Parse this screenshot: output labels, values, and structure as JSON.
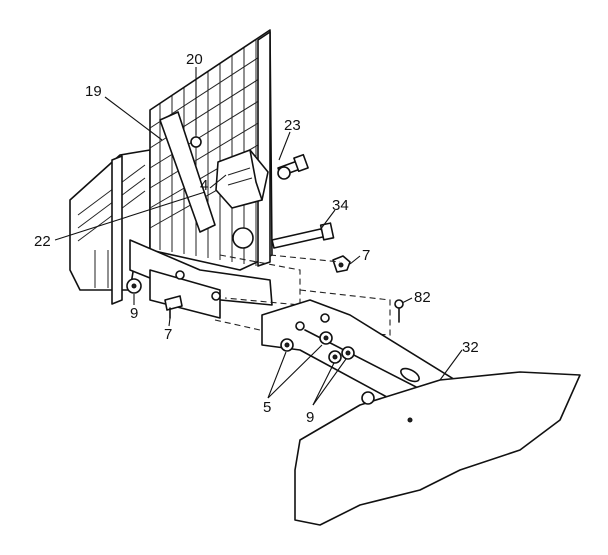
{
  "callouts": {
    "c20": "20",
    "c19": "19",
    "c23": "23",
    "c4": "4",
    "c34": "34",
    "c22": "22",
    "c7a": "7",
    "c9a": "9",
    "c7b": "7",
    "c82": "82",
    "c32": "32",
    "c5": "5",
    "c9b": "9"
  }
}
